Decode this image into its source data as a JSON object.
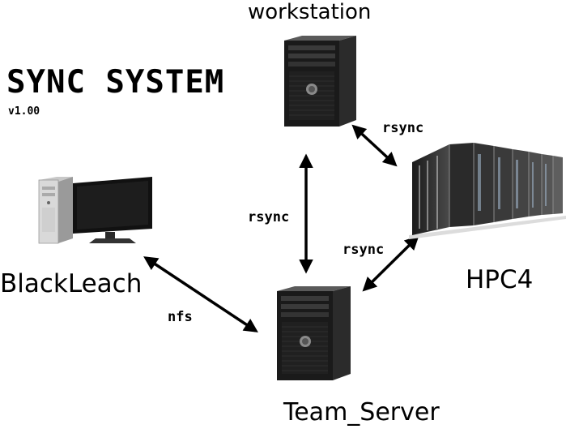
{
  "title": "SYNC SYSTEM",
  "version": "v1.00",
  "nodes": {
    "workstation": "workstation",
    "blackleach": "BlackLeach",
    "hpc4": "HPC4",
    "team_server": "Team_Server"
  },
  "edges": {
    "workstation_hpc4": "rsync",
    "workstation_team_server": "rsync",
    "team_server_hpc4": "rsync",
    "blackleach_team_server": "nfs"
  },
  "icons": {
    "workstation": "tower-server-icon",
    "team_server": "tower-server-icon",
    "blackleach": "desktop-pc-icon",
    "hpc4": "server-rack-cluster-icon"
  },
  "colors": {
    "background": "#ffffff",
    "arrow": "#000000",
    "server_body": "#1a1a1a"
  }
}
